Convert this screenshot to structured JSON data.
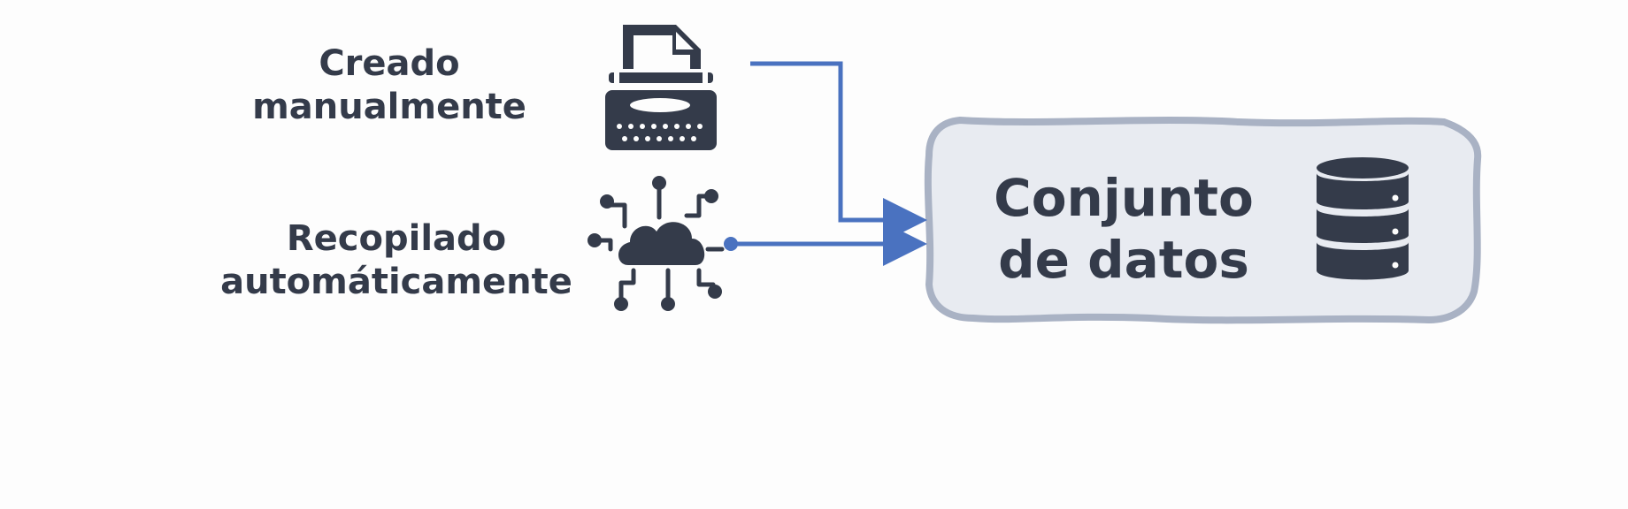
{
  "sources": {
    "manual": {
      "line1": "Creado",
      "line2": "manualmente",
      "icon": "typewriter-icon"
    },
    "automatic": {
      "line1": "Recopilado",
      "line2": "automáticamente",
      "icon": "cloud-network-icon"
    }
  },
  "target": {
    "line1": "Conjunto",
    "line2": "de datos",
    "icon": "database-icon"
  },
  "colors": {
    "text": "#343b4a",
    "arrow": "#4a72c0",
    "box_fill": "#e8ebf1",
    "box_border": "#a9b2c4",
    "icon": "#343b4a"
  }
}
